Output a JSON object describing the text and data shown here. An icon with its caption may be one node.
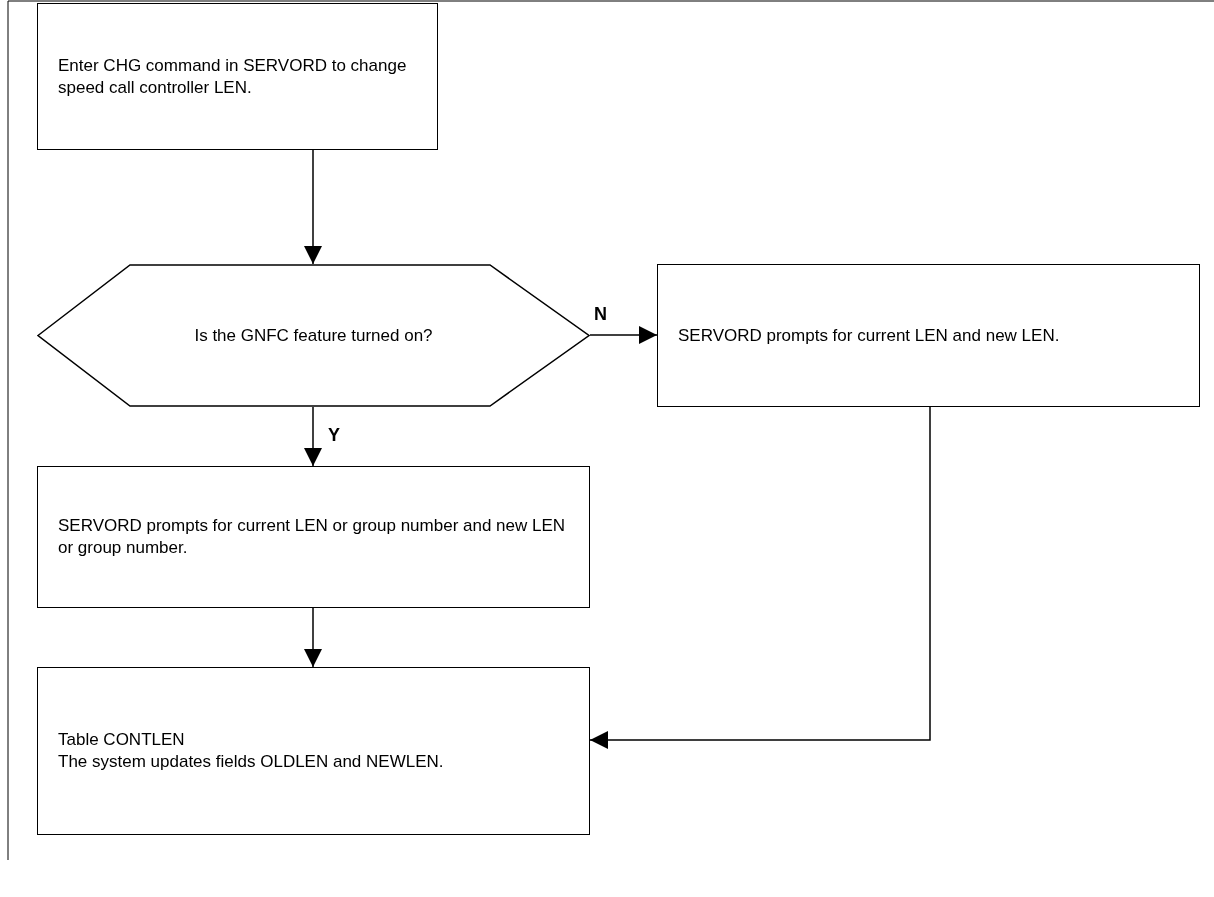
{
  "diagram": {
    "nodes": [
      {
        "text": [
          "Enter CHG command in SERVORD to change speed call controller LEN."
        ]
      },
      {
        "text": [
          "Is the GNFC feature turned on?"
        ]
      },
      {
        "text": [
          "SERVORD prompts for current LEN and new LEN."
        ]
      },
      {
        "text": [
          "SERVORD prompts for current LEN or group number and new LEN or group number."
        ]
      },
      {
        "text": [
          "Table CONTLEN",
          "The system updates fields OLDLEN and NEWLEN."
        ]
      }
    ],
    "edges": [
      {
        "from": 0,
        "to": 1,
        "arrow": "to"
      },
      {
        "from": 1,
        "to": 2,
        "arrow": "to",
        "label": "N"
      },
      {
        "from": 1,
        "to": 3,
        "arrow": "to",
        "label": "Y"
      },
      {
        "from": 3,
        "to": 4,
        "arrow": "to"
      },
      {
        "from": 2,
        "to": 4,
        "arrow": "to"
      }
    ]
  }
}
